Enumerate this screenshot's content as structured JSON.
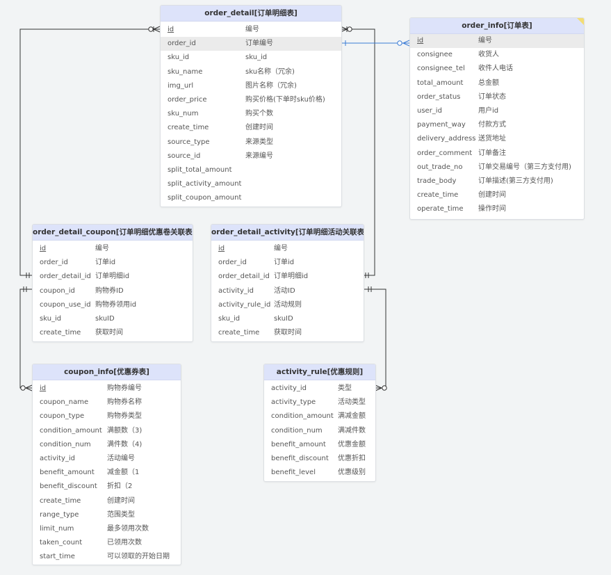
{
  "tables": {
    "order_detail": {
      "title": "order_detail[订单明细表]",
      "rows": [
        {
          "name": "id",
          "comment": "编号"
        },
        {
          "name": "order_id",
          "comment": "订单编号"
        },
        {
          "name": "sku_id",
          "comment": "sku_id"
        },
        {
          "name": "sku_name",
          "comment": "sku名称（冗余)"
        },
        {
          "name": "img_url",
          "comment": "图片名称（冗余)"
        },
        {
          "name": "order_price",
          "comment": "购买价格(下单时sku价格)"
        },
        {
          "name": "sku_num",
          "comment": "购买个数"
        },
        {
          "name": "create_time",
          "comment": "创建时间"
        },
        {
          "name": "source_type",
          "comment": "来源类型"
        },
        {
          "name": "source_id",
          "comment": "来源编号"
        },
        {
          "name": "split_total_amount",
          "comment": ""
        },
        {
          "name": "split_activity_amount",
          "comment": ""
        },
        {
          "name": "split_coupon_amount",
          "comment": ""
        }
      ]
    },
    "order_info": {
      "title": "order_info[订单表]",
      "rows": [
        {
          "name": "id",
          "comment": "编号"
        },
        {
          "name": "consignee",
          "comment": "收货人"
        },
        {
          "name": "consignee_tel",
          "comment": "收件人电话"
        },
        {
          "name": "total_amount",
          "comment": "总金额"
        },
        {
          "name": "order_status",
          "comment": "订单状态"
        },
        {
          "name": "user_id",
          "comment": "用户id"
        },
        {
          "name": "payment_way",
          "comment": "付款方式"
        },
        {
          "name": "delivery_address",
          "comment": "送货地址"
        },
        {
          "name": "order_comment",
          "comment": "订单备注"
        },
        {
          "name": "out_trade_no",
          "comment": "订单交易编号（第三方支付用)"
        },
        {
          "name": "trade_body",
          "comment": "订单描述(第三方支付用)"
        },
        {
          "name": "create_time",
          "comment": "创建时间"
        },
        {
          "name": "operate_time",
          "comment": "操作时间"
        }
      ]
    },
    "order_detail_coupon": {
      "title": "order_detail_coupon[订单明细优惠卷关联表]",
      "rows": [
        {
          "name": "id",
          "comment": "编号"
        },
        {
          "name": "order_id",
          "comment": "订单id"
        },
        {
          "name": "order_detail_id",
          "comment": "订单明细id"
        },
        {
          "name": "coupon_id",
          "comment": "购物券ID"
        },
        {
          "name": "coupon_use_id",
          "comment": "购物券领用id"
        },
        {
          "name": "sku_id",
          "comment": "skuID"
        },
        {
          "name": "create_time",
          "comment": "获取时间"
        }
      ]
    },
    "order_detail_activity": {
      "title": "order_detail_activity[订单明细活动关联表]",
      "rows": [
        {
          "name": "id",
          "comment": "编号"
        },
        {
          "name": "order_id",
          "comment": "订单id"
        },
        {
          "name": "order_detail_id",
          "comment": "订单明细id"
        },
        {
          "name": "activity_id",
          "comment": "活动ID"
        },
        {
          "name": "activity_rule_id",
          "comment": "活动规则"
        },
        {
          "name": "sku_id",
          "comment": "skuID"
        },
        {
          "name": "create_time",
          "comment": "获取时间"
        }
      ]
    },
    "coupon_info": {
      "title": "coupon_info[优惠券表]",
      "rows": [
        {
          "name": "id",
          "comment": "购物券编号"
        },
        {
          "name": "coupon_name",
          "comment": "购物券名称"
        },
        {
          "name": "coupon_type",
          "comment": "购物券类型"
        },
        {
          "name": "condition_amount",
          "comment": "满额数（3)"
        },
        {
          "name": "condition_num",
          "comment": "满件数（4)"
        },
        {
          "name": "activity_id",
          "comment": "活动编号"
        },
        {
          "name": "benefit_amount",
          "comment": "减金额（1"
        },
        {
          "name": "benefit_discount",
          "comment": "折扣（2"
        },
        {
          "name": "create_time",
          "comment": "创建时间"
        },
        {
          "name": "range_type",
          "comment": "范围类型"
        },
        {
          "name": "limit_num",
          "comment": "最多领用次数"
        },
        {
          "name": "taken_count",
          "comment": "已领用次数"
        },
        {
          "name": "start_time",
          "comment": "可以领取的开始日期"
        }
      ]
    },
    "activity_rule": {
      "title": "activity_rule[优惠规则]",
      "rows": [
        {
          "name": "activity_id",
          "comment": "类型"
        },
        {
          "name": "activity_type",
          "comment": "活动类型"
        },
        {
          "name": "condition_amount",
          "comment": "满减金额"
        },
        {
          "name": "condition_num",
          "comment": "满减件数"
        },
        {
          "name": "benefit_amount",
          "comment": "优惠金额"
        },
        {
          "name": "benefit_discount",
          "comment": "优惠折扣"
        },
        {
          "name": "benefit_level",
          "comment": "优惠级别"
        }
      ]
    }
  },
  "colors": {
    "header_bg": "#dde3fa",
    "line": "#333333",
    "highlight_line": "#3a7bd5",
    "corner_mark": "#f3dd74"
  }
}
